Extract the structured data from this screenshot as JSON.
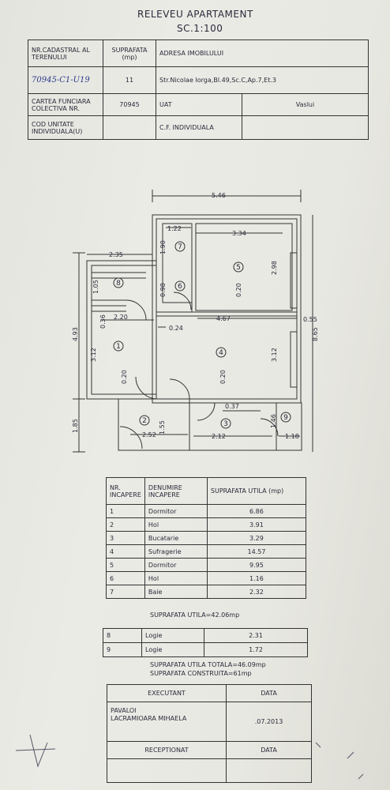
{
  "title": {
    "line1": "RELEVEU APARTAMENT",
    "line2": "SC.1:100"
  },
  "header_table": {
    "nr_cadastral_label": "NR.CADASTRAL AL TERENULUI",
    "suprafata_label": "SUPRAFATA (mp)",
    "adresa_label": "ADRESA IMOBILULUI",
    "nr_cadastral_value": "70945-C1-U19",
    "suprafata_value": "11",
    "adresa_value": "Str.Nicolae Iorga,Bl.49,Sc.C,Ap.7,Et.3",
    "carte_funciara_label": "CARTEA FUNCIARA COLECTIVA NR.",
    "carte_funciara_value": "70945",
    "uat_label": "UAT",
    "uat_value": "Vaslui",
    "cod_unitate_label": "COD UNITATE INDIVIDUALA(U)",
    "cf_individuala_label": "C.F. INDIVIDUALA"
  },
  "plan": {
    "dims": {
      "total_width": "5.46",
      "d122": "1.22",
      "d334": "3.34",
      "d190": "1.90",
      "d235": "2.35",
      "d298": "2.98",
      "d098": "0.98",
      "d020a": "0.20",
      "d105": "1.05",
      "d220": "2.20",
      "d467": "4.67",
      "d055": "0.55",
      "d865": "8.65",
      "d493": "4.93",
      "d036": "0.36",
      "d312a": "3.12",
      "d024": "0.24",
      "d312b": "3.12",
      "d020b": "0.20",
      "d020c": "0.20",
      "d037": "0.37",
      "d146": "1.46",
      "d155": "1.55",
      "d252": "2.52",
      "d212": "2.12",
      "d118": "1.18",
      "d185": "1.85"
    },
    "room_numbers": [
      "1",
      "2",
      "3",
      "4",
      "5",
      "6",
      "7",
      "8",
      "9"
    ]
  },
  "rooms_table": {
    "headers": [
      "NR. INCAPERE",
      "DENUMIRE INCAPERE",
      "SUPRAFATA UTILA (mp)"
    ],
    "rows": [
      {
        "nr": "1",
        "name": "Dormitor",
        "area": "6.86"
      },
      {
        "nr": "2",
        "name": "Hol",
        "area": "3.91"
      },
      {
        "nr": "3",
        "name": "Bucatarie",
        "area": "3.29"
      },
      {
        "nr": "4",
        "name": "Sufragerie",
        "area": "14.57"
      },
      {
        "nr": "5",
        "name": "Dormitor",
        "area": "9.95"
      },
      {
        "nr": "6",
        "name": "Hol",
        "area": "1.16"
      },
      {
        "nr": "7",
        "name": "Baie",
        "area": "2.32"
      }
    ],
    "total_utila": "SUPRAFATA UTILA=42.06mp"
  },
  "logii_table": {
    "rows": [
      {
        "nr": "8",
        "name": "Logie",
        "area": "2.31"
      },
      {
        "nr": "9",
        "name": "Logie",
        "area": "1.72"
      }
    ],
    "total_utila_totala": "SUPRAFATA UTILA TOTALA=46.09mp",
    "total_construita": "SUPRAFATA CONSTRUITA=61mp"
  },
  "signature_table": {
    "executant_label": "EXECUTANT",
    "data_label": "DATA",
    "executant_name_1": "PAVALOI",
    "executant_name_2": "LACRAMIOARA MIHAELA",
    "date_value": ".07.2013",
    "receptionat_label": "RECEPTIONAT",
    "data_label_2": "DATA"
  }
}
